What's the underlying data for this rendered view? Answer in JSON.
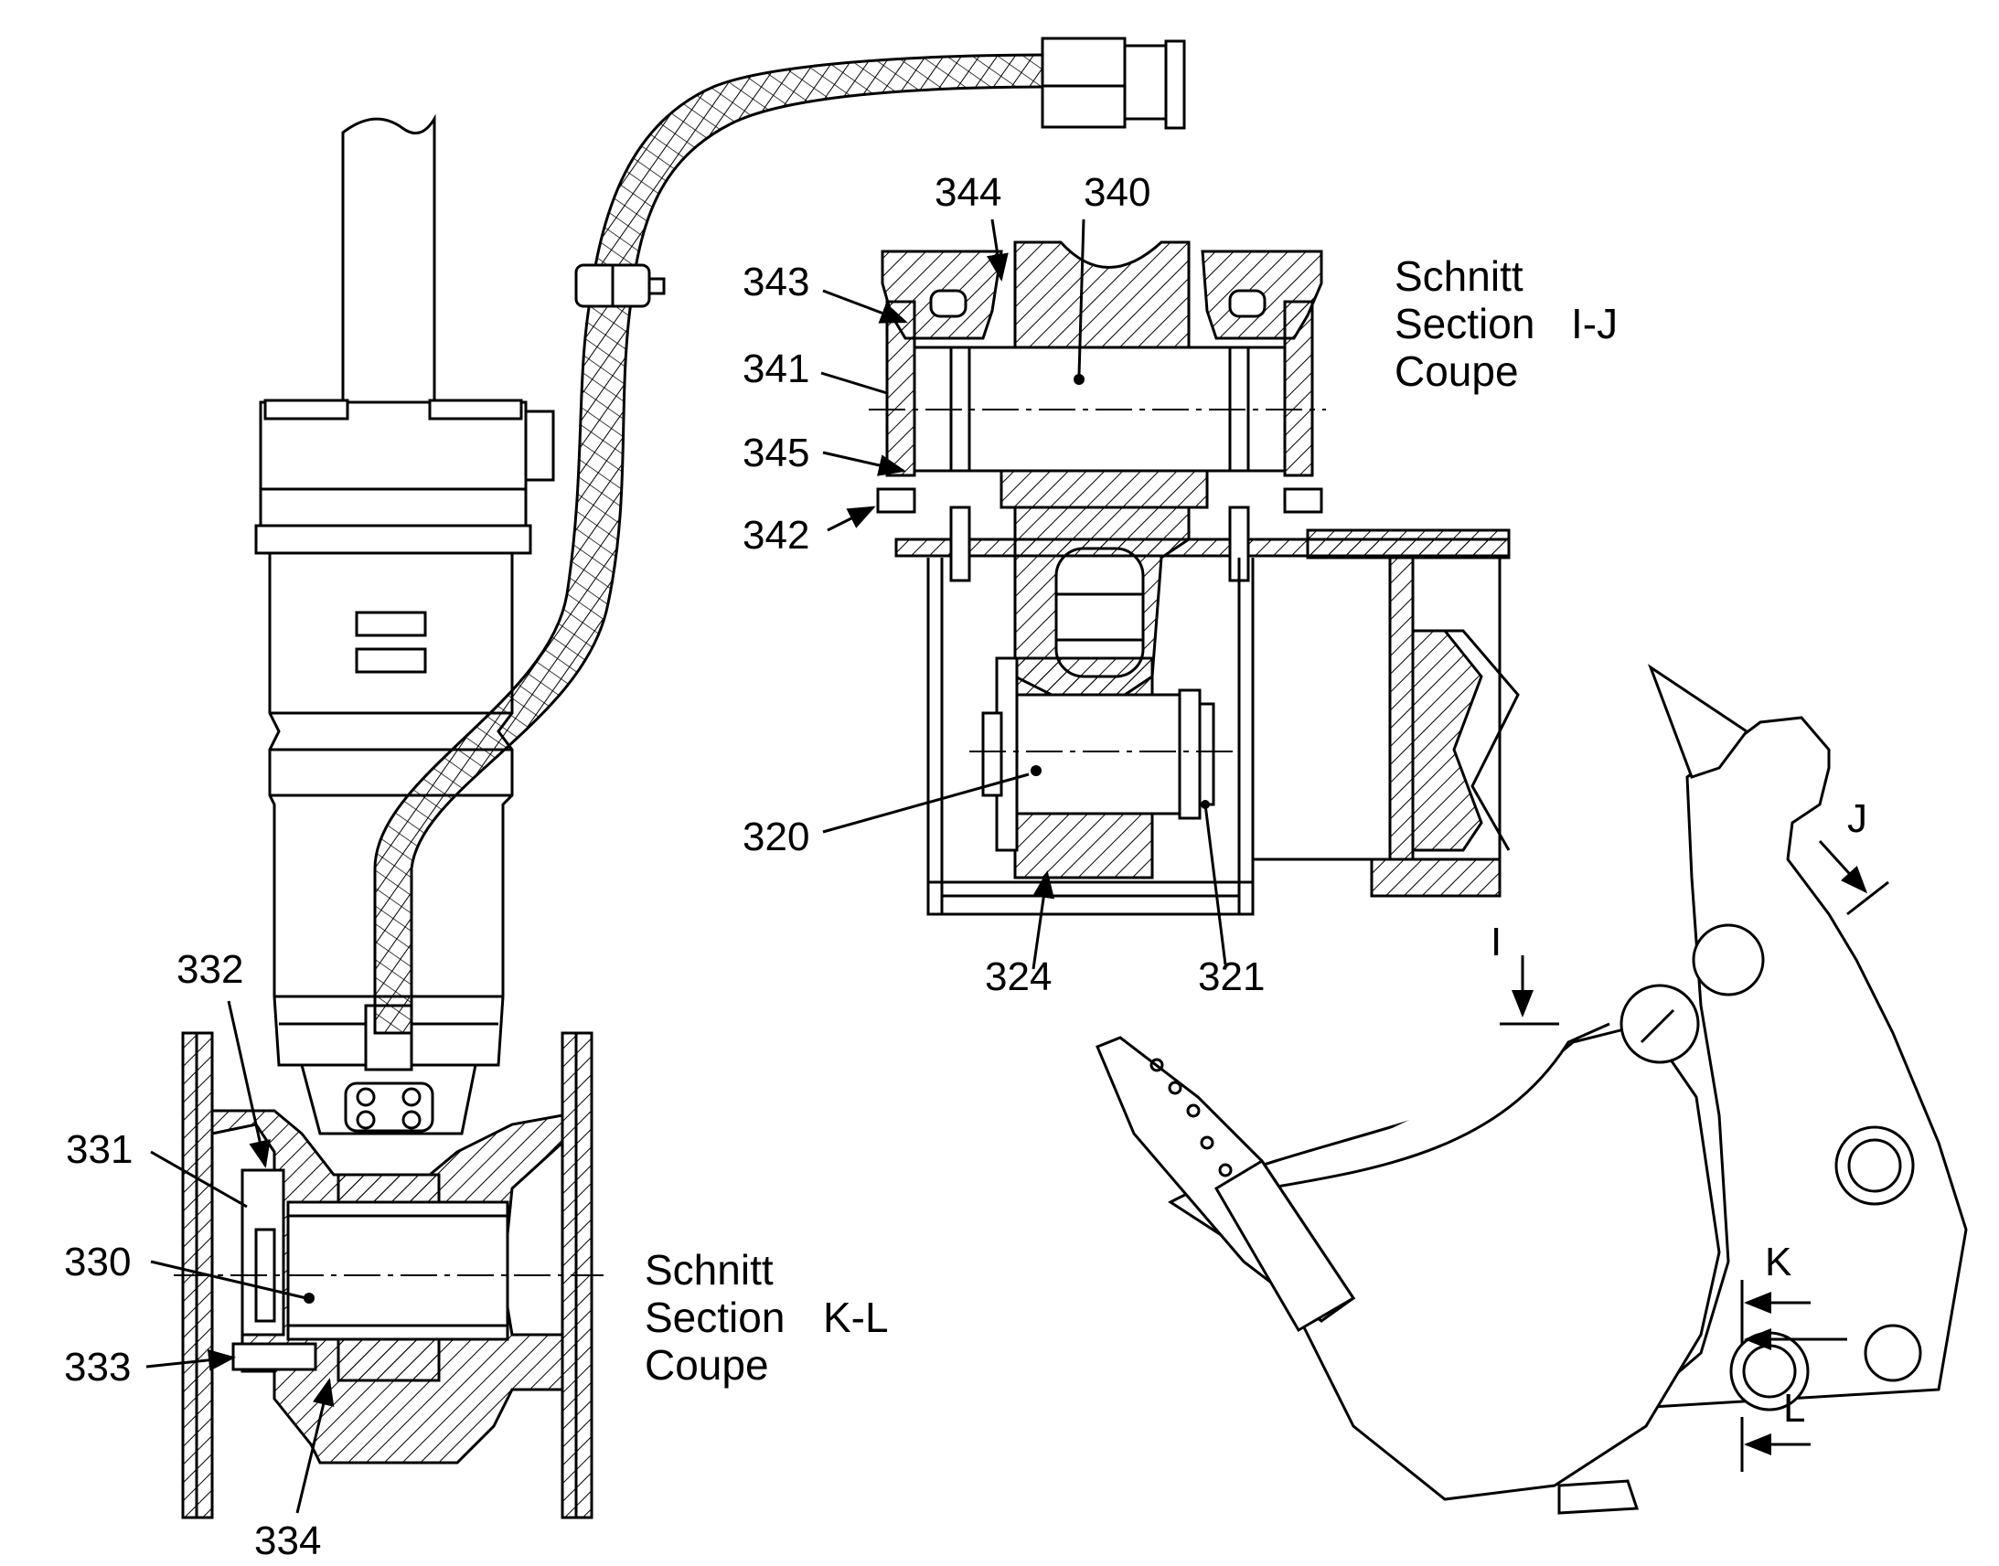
{
  "section_ij": {
    "line1": "Schnitt",
    "line2": "Section",
    "ref": "I-J",
    "line3": "Coupe"
  },
  "section_kl": {
    "line1": "Schnitt",
    "line2": "Section",
    "ref": "K-L",
    "line3": "Coupe"
  },
  "callouts": {
    "c344": "344",
    "c340": "340",
    "c343": "343",
    "c341": "341",
    "c345": "345",
    "c342": "342",
    "c320": "320",
    "c324": "324",
    "c321": "321",
    "c332": "332",
    "c331": "331",
    "c330": "330",
    "c333": "333",
    "c334": "334"
  },
  "section_markers": {
    "i": "I",
    "j": "J",
    "k": "K",
    "l": "L"
  }
}
